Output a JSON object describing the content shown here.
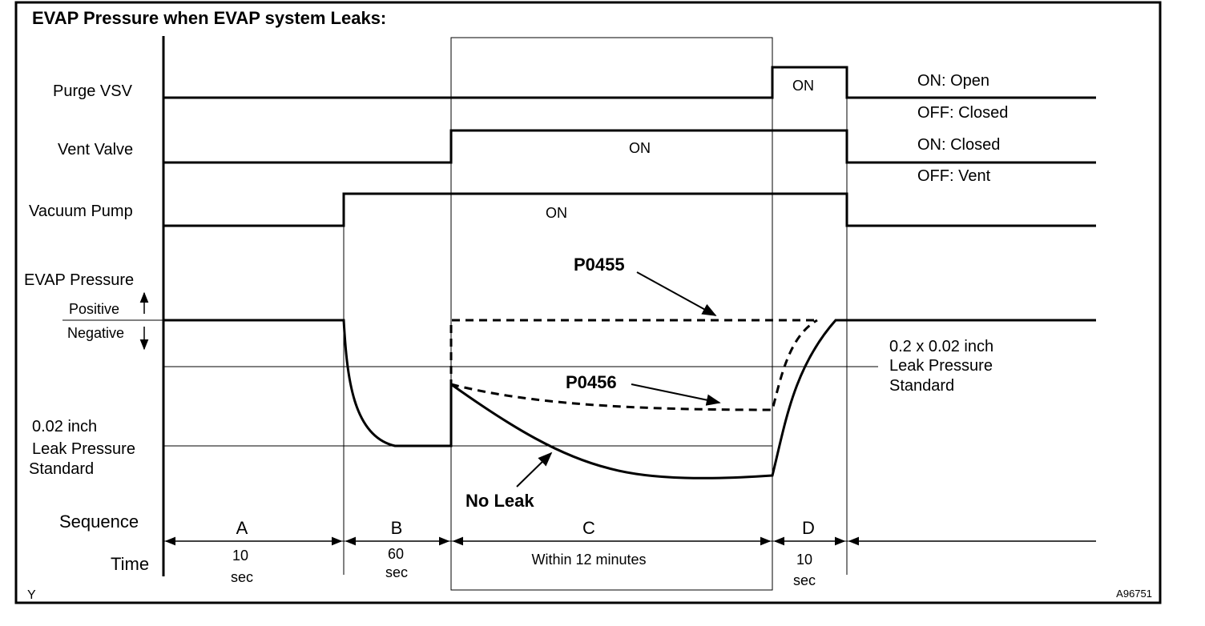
{
  "title": "EVAP Pressure when EVAP system Leaks:",
  "signals": {
    "purge_vsv": {
      "label": "Purge VSV",
      "on_text": "ON",
      "legend_on": "ON: Open",
      "legend_off": "OFF: Closed"
    },
    "vent_valve": {
      "label": "Vent Valve",
      "on_text": "ON",
      "legend_on": "ON: Closed",
      "legend_off": "OFF: Vent"
    },
    "vacuum_pump": {
      "label": "Vacuum Pump",
      "on_text": "ON"
    }
  },
  "evap_pressure": {
    "label": "EVAP Pressure",
    "positive": "Positive",
    "negative": "Negative",
    "ref_small": {
      "line1": "0.02 inch",
      "line2": "Leak Pressure",
      "line3": "Standard"
    },
    "ref_large": {
      "line1": "0.2 x 0.02 inch",
      "line2": "Leak Pressure",
      "line3": "Standard"
    },
    "curves": {
      "p0455": "P0455",
      "p0456": "P0456",
      "no_leak": "No Leak"
    }
  },
  "sequence": {
    "label": "Sequence",
    "phases": [
      {
        "name": "A",
        "time1": "10",
        "time2": "sec"
      },
      {
        "name": "B",
        "time1": "60",
        "time2": "sec"
      },
      {
        "name": "C",
        "time1": "Within 12 minutes",
        "time2": ""
      },
      {
        "name": "D",
        "time1": "10",
        "time2": "sec"
      }
    ]
  },
  "time_label": "Time",
  "footer": {
    "left": "Y",
    "right": "A96751"
  }
}
